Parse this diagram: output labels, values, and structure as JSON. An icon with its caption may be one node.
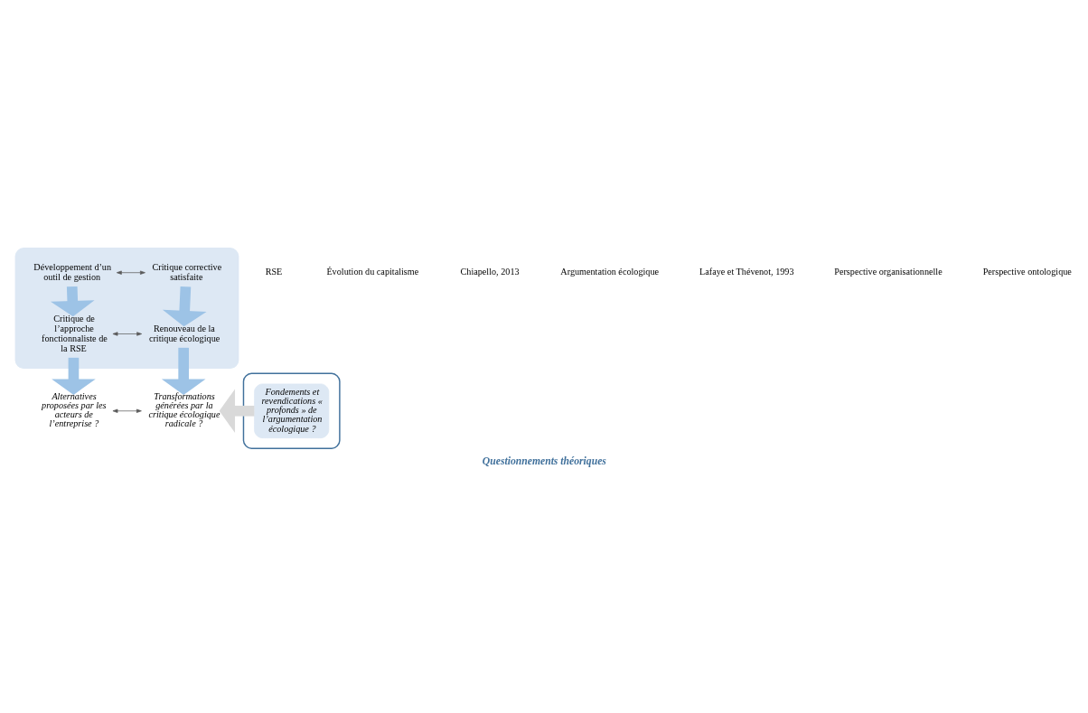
{
  "diagram": {
    "caption": "Questionnements théoriques",
    "nodes": [
      {
        "text": [],
        "shape": "box"
      },
      {
        "text": [
          "Développement d’un outil de gestion"
        ],
        "in": 0
      },
      {
        "text": [
          "Critique corrective satisfaite"
        ],
        "in": 0
      },
      {
        "text": [
          "Critique de l’approche fonctionnaliste de la RSE"
        ],
        "in": 0
      },
      {
        "text": [
          "Renouveau de la critique écologique"
        ],
        "in": 0
      },
      {
        "text": [],
        "shape": "box"
      },
      {
        "text": [
          "Alternatives proposées par les acteurs de l’entreprise ?"
        ]
      },
      {
        "text": [
          "Transformations générées par la critique écologique radicale ?"
        ]
      },
      {
        "text": [
          "Fondements et revendications « profonds » de l’argumentation écologique ?"
        ],
        "in": 5
      }
    ],
    "edges": [
      {
        "from": 1,
        "to": 2,
        "arrow": "both",
        "color": "#595959"
      },
      {
        "from": 3,
        "to": 4,
        "arrow": "both",
        "color": "#595959"
      },
      {
        "from": 6,
        "to": 7,
        "arrow": "both",
        "color": "#595959"
      },
      {
        "from": 1,
        "to": 3,
        "arrow": "to",
        "color": "#9dc3e6"
      },
      {
        "from": 3,
        "to": 6,
        "arrow": "to",
        "color": "#9dc3e6"
      },
      {
        "from": 2,
        "to": 4,
        "arrow": "to",
        "color": "#9dc3e6"
      },
      {
        "from": 4,
        "to": 7,
        "arrow": "to",
        "color": "#9dc3e6"
      },
      {
        "from": 8,
        "to": 7,
        "arrow": "to",
        "color": "#d9d9d9"
      }
    ],
    "labels": [
      "RSE",
      "Évolution du capitalisme",
      "Chiapello, 2013",
      "Argumentation écologique",
      "Lafaye et Thévenot, 1993",
      "Perspective organisationnelle",
      "Perspective ontologique"
    ]
  }
}
